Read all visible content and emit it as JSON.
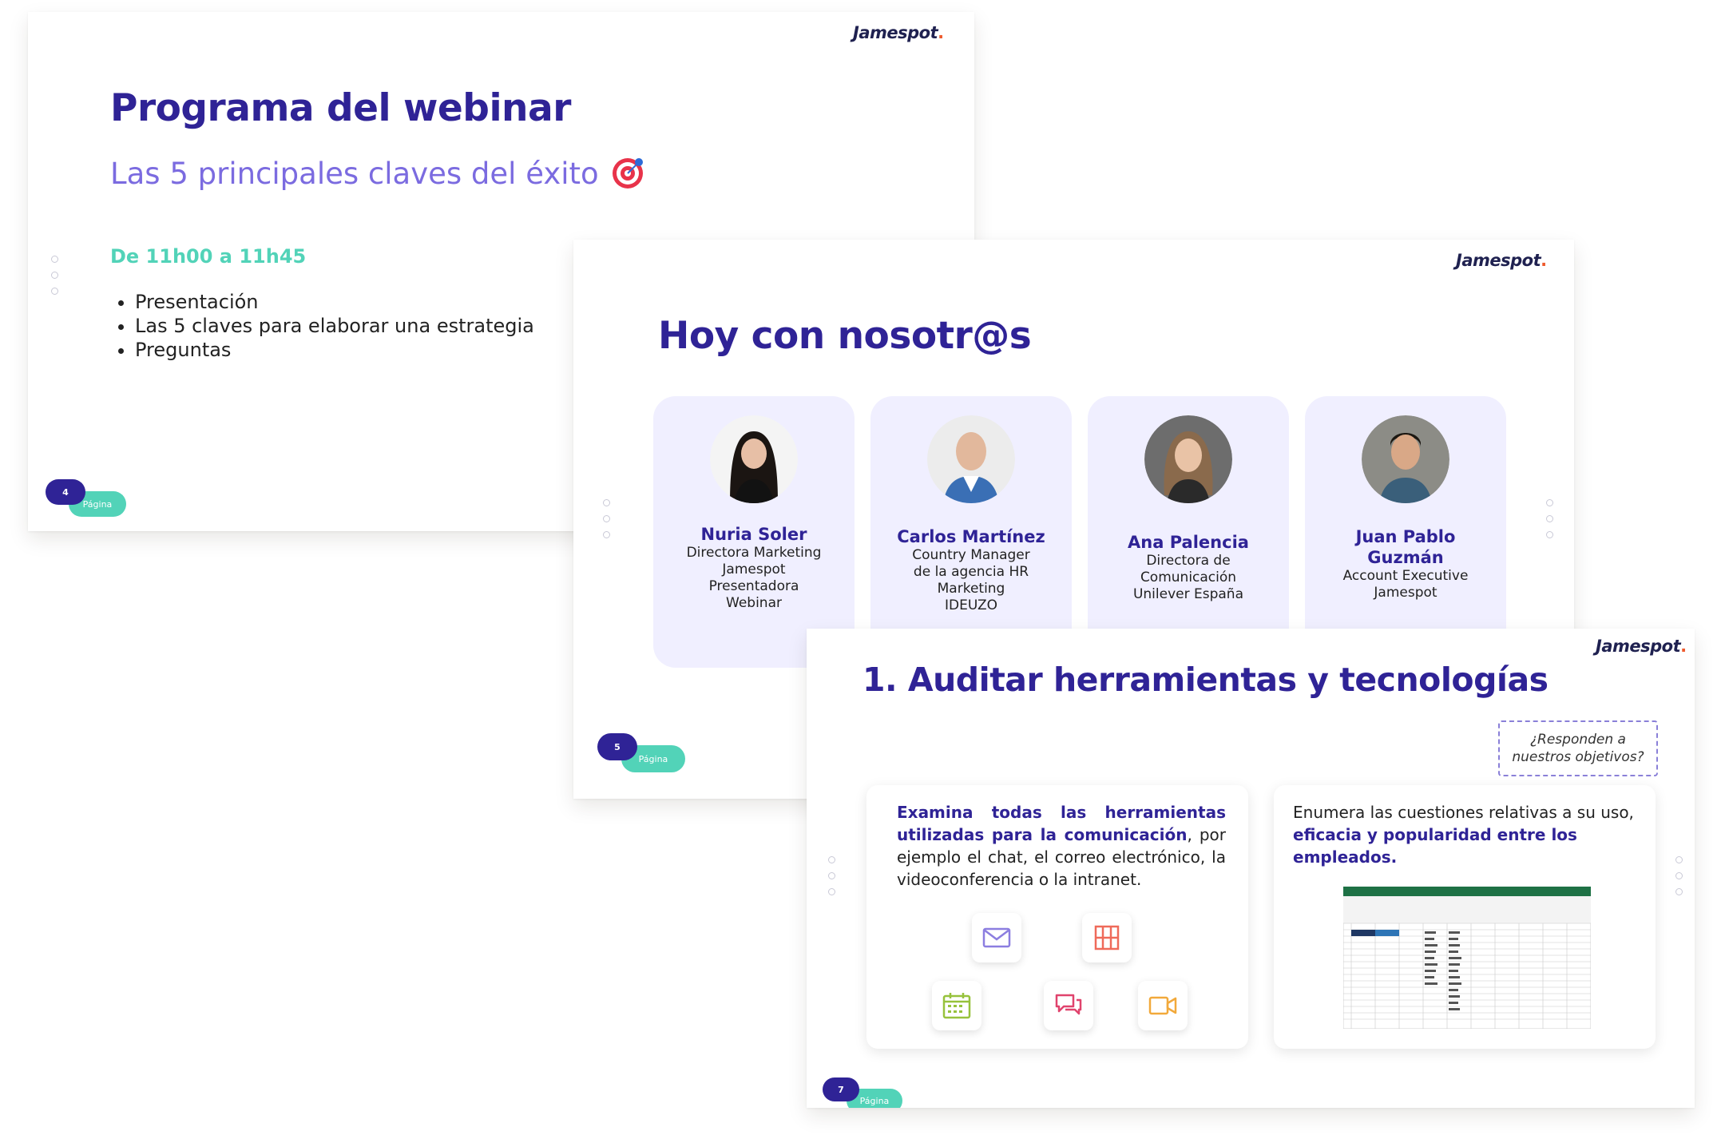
{
  "slide1": {
    "logo": "Jamespot",
    "title": "Programa del webinar",
    "subtitle": "Las 5 principales claves del éxito",
    "time": "De 11h00 a 11h45",
    "bullets": [
      "Presentación",
      "Las 5 claves para elaborar una estrategia",
      "Preguntas"
    ],
    "page_num": "4",
    "page_label": "Página"
  },
  "slide2": {
    "logo": "Jamespot",
    "title": "Hoy con nosotr@s",
    "speakers": [
      {
        "name": "Nuria Soler",
        "role": [
          "Directora Marketing",
          "Jamespot",
          "Presentadora",
          "Webinar"
        ]
      },
      {
        "name": "Carlos Martínez",
        "role": [
          "Country Manager",
          "de la agencia HR",
          "Marketing",
          "IDEUZO"
        ]
      },
      {
        "name": "Ana Palencia",
        "role": [
          "Directora de",
          "Comunicación",
          "Unilever España"
        ]
      },
      {
        "name": "Juan Pablo Guzmán",
        "name_lines": [
          "Juan Pablo",
          "Guzmán"
        ],
        "role": [
          "Account Executive",
          "Jamespot"
        ]
      }
    ],
    "page_num": "5",
    "page_label": "Página"
  },
  "slide3": {
    "logo": "Jamespot",
    "title": "1. Auditar herramientas y tecnologías",
    "callout": "¿Responden a nuestros objetivos?",
    "left_bold": "Examina todas las herramientas utilizadas para la comunicación",
    "left_rest": ", por ejemplo el chat, el correo electrónico, la videoconferencia o la intranet.",
    "right_plain": "Enumera las cuestiones relativas a su uso, ",
    "right_bold": "eficacia y popularidad entre los empleados.",
    "icons": [
      "mail-icon",
      "document-grid-icon",
      "calendar-icon",
      "chat-icon",
      "video-icon"
    ],
    "page_num": "7",
    "page_label": "Página"
  },
  "colors": {
    "primary": "#2f2396",
    "subtitle": "#7b6be0",
    "teal": "#52d3b8",
    "card_bg": "#f0efff",
    "logo_dot": "#ee5a2d"
  }
}
